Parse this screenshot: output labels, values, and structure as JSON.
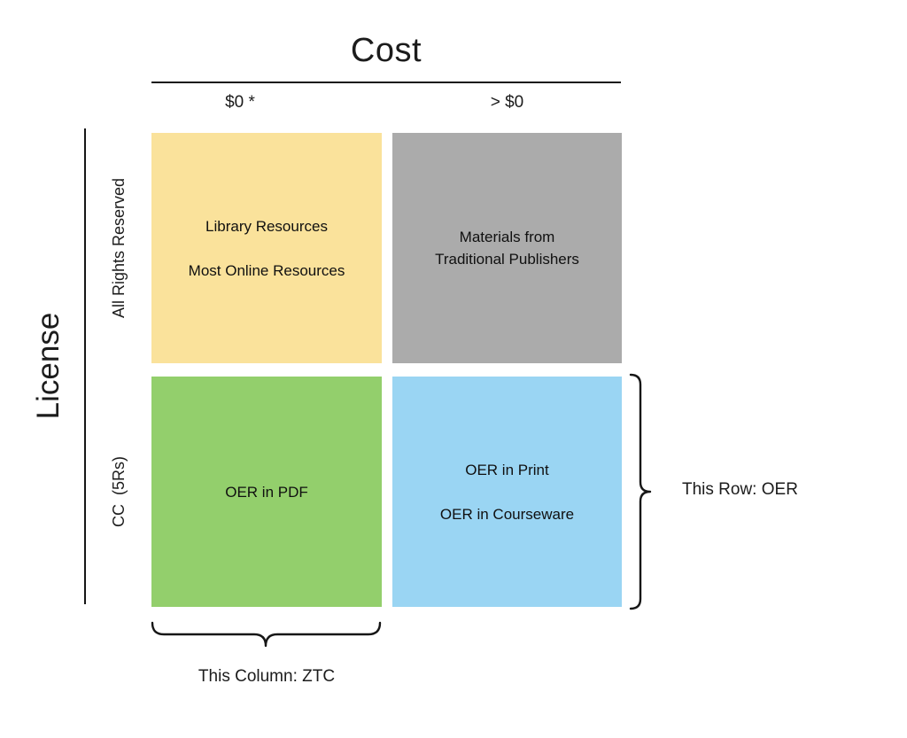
{
  "matrix": {
    "title": "Cost",
    "y_axis_label": "License",
    "columns": [
      "$0 *",
      "> $0"
    ],
    "rows": [
      "All Rights Reserved",
      "CC  (5Rs)"
    ],
    "cells": {
      "top_left": {
        "text": "Library Resources\n\nMost Online Resources",
        "color": "#FAE29B"
      },
      "top_right": {
        "text": "Materials from\nTraditional Publishers",
        "color": "#ABABAB"
      },
      "bottom_left": {
        "text": "OER in PDF",
        "color": "#93CF6C"
      },
      "bottom_right": {
        "text": "OER in Print\n\nOER in Courseware",
        "color": "#9AD5F3"
      }
    }
  },
  "annotations": {
    "row_label": "This Row: OER",
    "column_label": "This Column: ZTC"
  }
}
